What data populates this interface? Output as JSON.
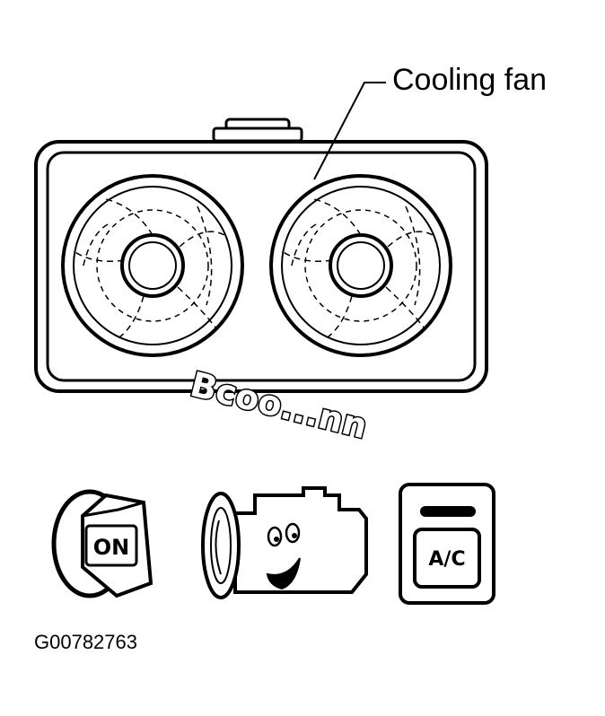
{
  "diagram": {
    "callout_label": "Cooling fan",
    "sound_text": "Bcoo...nn",
    "key_label": "ON",
    "ac_button_label": "A/C",
    "figure_id": "G00782763"
  },
  "colors": {
    "ink": "#000000",
    "paper": "#ffffff"
  }
}
